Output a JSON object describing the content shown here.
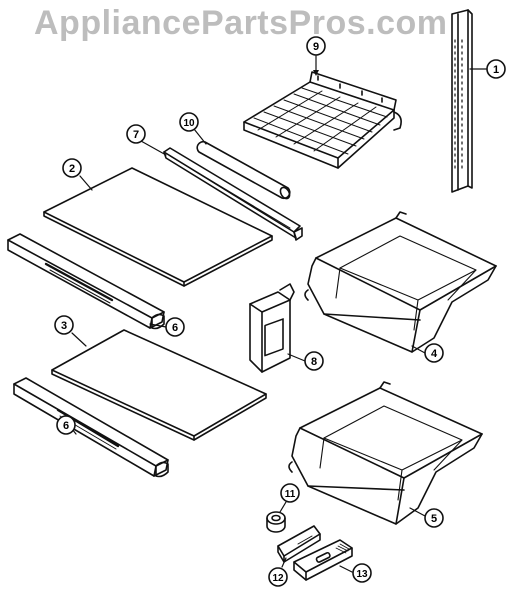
{
  "watermark": "AppliancePartsPros.com",
  "callouts": [
    {
      "id": "1",
      "label": "1"
    },
    {
      "id": "2",
      "label": "2"
    },
    {
      "id": "3",
      "label": "3"
    },
    {
      "id": "4",
      "label": "4"
    },
    {
      "id": "5",
      "label": "5"
    },
    {
      "id": "6a",
      "label": "6"
    },
    {
      "id": "6b",
      "label": "6"
    },
    {
      "id": "7",
      "label": "7"
    },
    {
      "id": "8",
      "label": "8"
    },
    {
      "id": "9",
      "label": "9"
    },
    {
      "id": "10",
      "label": "10"
    },
    {
      "id": "11",
      "label": "11"
    },
    {
      "id": "12",
      "label": "12"
    },
    {
      "id": "13",
      "label": "13"
    }
  ],
  "colors": {
    "ink": "#111111",
    "watermark": "#bdbdbd",
    "background": "#ffffff"
  }
}
